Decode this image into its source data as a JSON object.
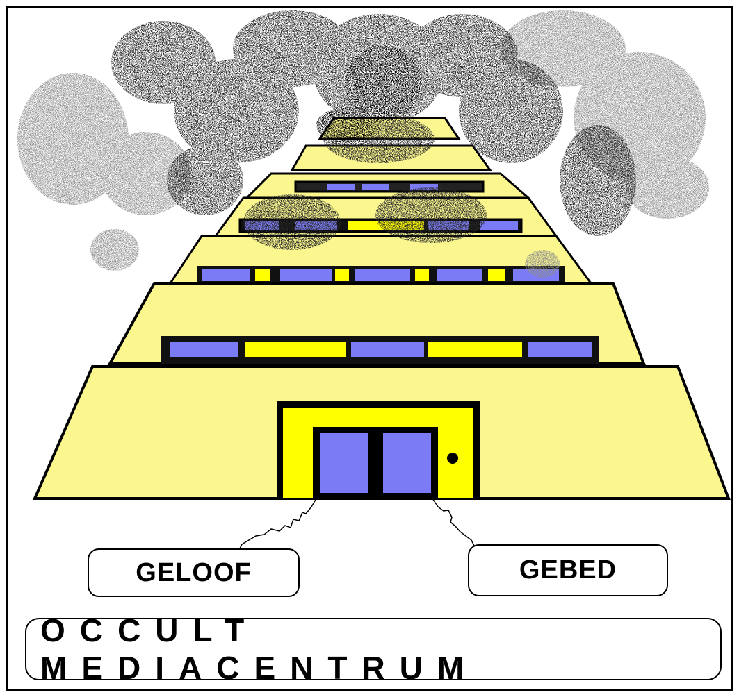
{
  "labels": {
    "geloof": "GELOOF",
    "gebed": "GEBED",
    "title": "OCCULT MEDIACENTRUM"
  },
  "colors": {
    "wall": "#fbf78e",
    "door_frame": "#ffff00",
    "window_blue": "#7b7bf5",
    "window_yellow": "#ffff00",
    "outline": "#000000",
    "smoke_dark": "#2a2a2a",
    "smoke_light": "#9a9a9a"
  },
  "icons": {
    "building": "stepped-tower",
    "smoke": "dark-smoke-cloud",
    "door": "double-door",
    "connectors": "jagged-lines"
  }
}
